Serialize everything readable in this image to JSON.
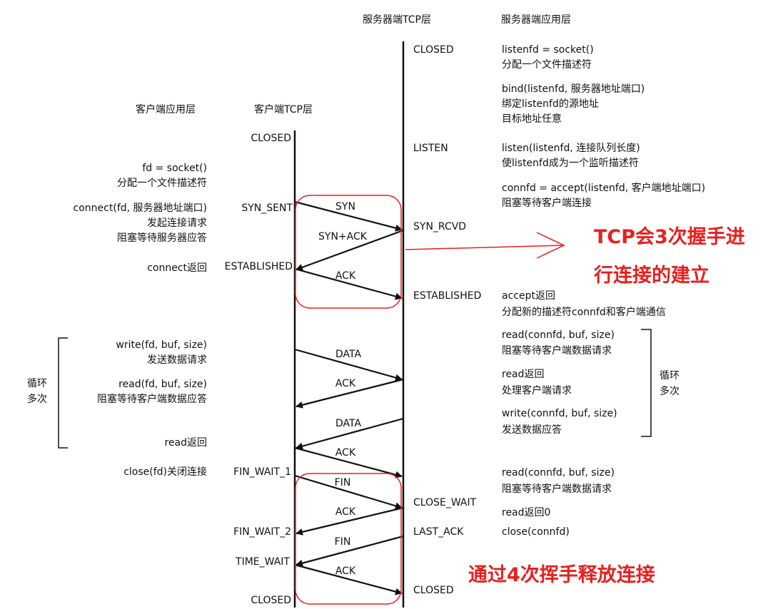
{
  "headers": {
    "server_tcp": "服务器端TCP层",
    "server_app": "服务器端应用层",
    "client_app": "客户端应用层",
    "client_tcp": "客户端TCP层"
  },
  "client_states": [
    "CLOSED",
    "SYN_SENT",
    "ESTABLISHED",
    "FIN_WAIT_1",
    "FIN_WAIT_2",
    "TIME_WAIT",
    "CLOSED"
  ],
  "server_states": [
    "CLOSED",
    "LISTEN",
    "SYN_RCVD",
    "ESTABLISHED",
    "CLOSE_WAIT",
    "LAST_ACK",
    "CLOSED"
  ],
  "messages": [
    "SYN",
    "SYN+ACK",
    "ACK",
    "DATA",
    "ACK",
    "DATA",
    "ACK",
    "FIN",
    "ACK",
    "FIN",
    "ACK"
  ],
  "client_app_text": [
    "fd = socket()",
    "分配一个文件描述符",
    "connect(fd, 服务器地址端口)",
    "发起连接请求",
    "阻塞等待服务器应答",
    "connect返回",
    "write(fd, buf, size)",
    "发送数据请求",
    "read(fd, buf, size)",
    "阻塞等待客户端数据应答",
    "read返回",
    "close(fd)关闭连接"
  ],
  "server_app_text": [
    "listenfd = socket()",
    "分配一个文件描述符",
    "bind(listenfd, 服务器地址端口)",
    "绑定listenfd的源地址",
    "目标地址任意",
    "listen(listenfd, 连接队列长度)",
    "使listenfd成为一个监听描述符",
    "connfd = accept(listenfd, 客户端地址端口)",
    "阻塞等待客户端连接",
    "accept返回",
    "分配新的描述符connfd和客户端通信",
    "read(connfd, buf, size)",
    "阻塞等待客户端数据请求",
    "read返回",
    "处理客户端请求",
    "write(connfd, buf, size)",
    "发送数据应答",
    "read(connfd, buf, size)",
    "阻塞等待客户端数据请求",
    "read返回0",
    "close(connfd)"
  ],
  "loop_labels": {
    "left": [
      "循环",
      "多次"
    ],
    "right": [
      "循环",
      "多次"
    ]
  },
  "callouts": {
    "handshake": [
      "TCP会3次握手进",
      "行连接的建立"
    ],
    "wave": "通过4次挥手释放连接"
  },
  "colors": {
    "callout": "#e8201e",
    "lines": "#111111"
  }
}
